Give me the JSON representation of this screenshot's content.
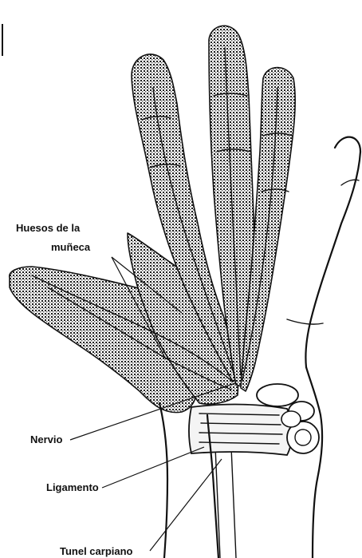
{
  "labels": {
    "bones": "Huesos de la",
    "bones_line2": "muñeca",
    "nerve": "Nervio",
    "ligament": "Ligamento",
    "tunnel": "Tunel carpiano"
  }
}
